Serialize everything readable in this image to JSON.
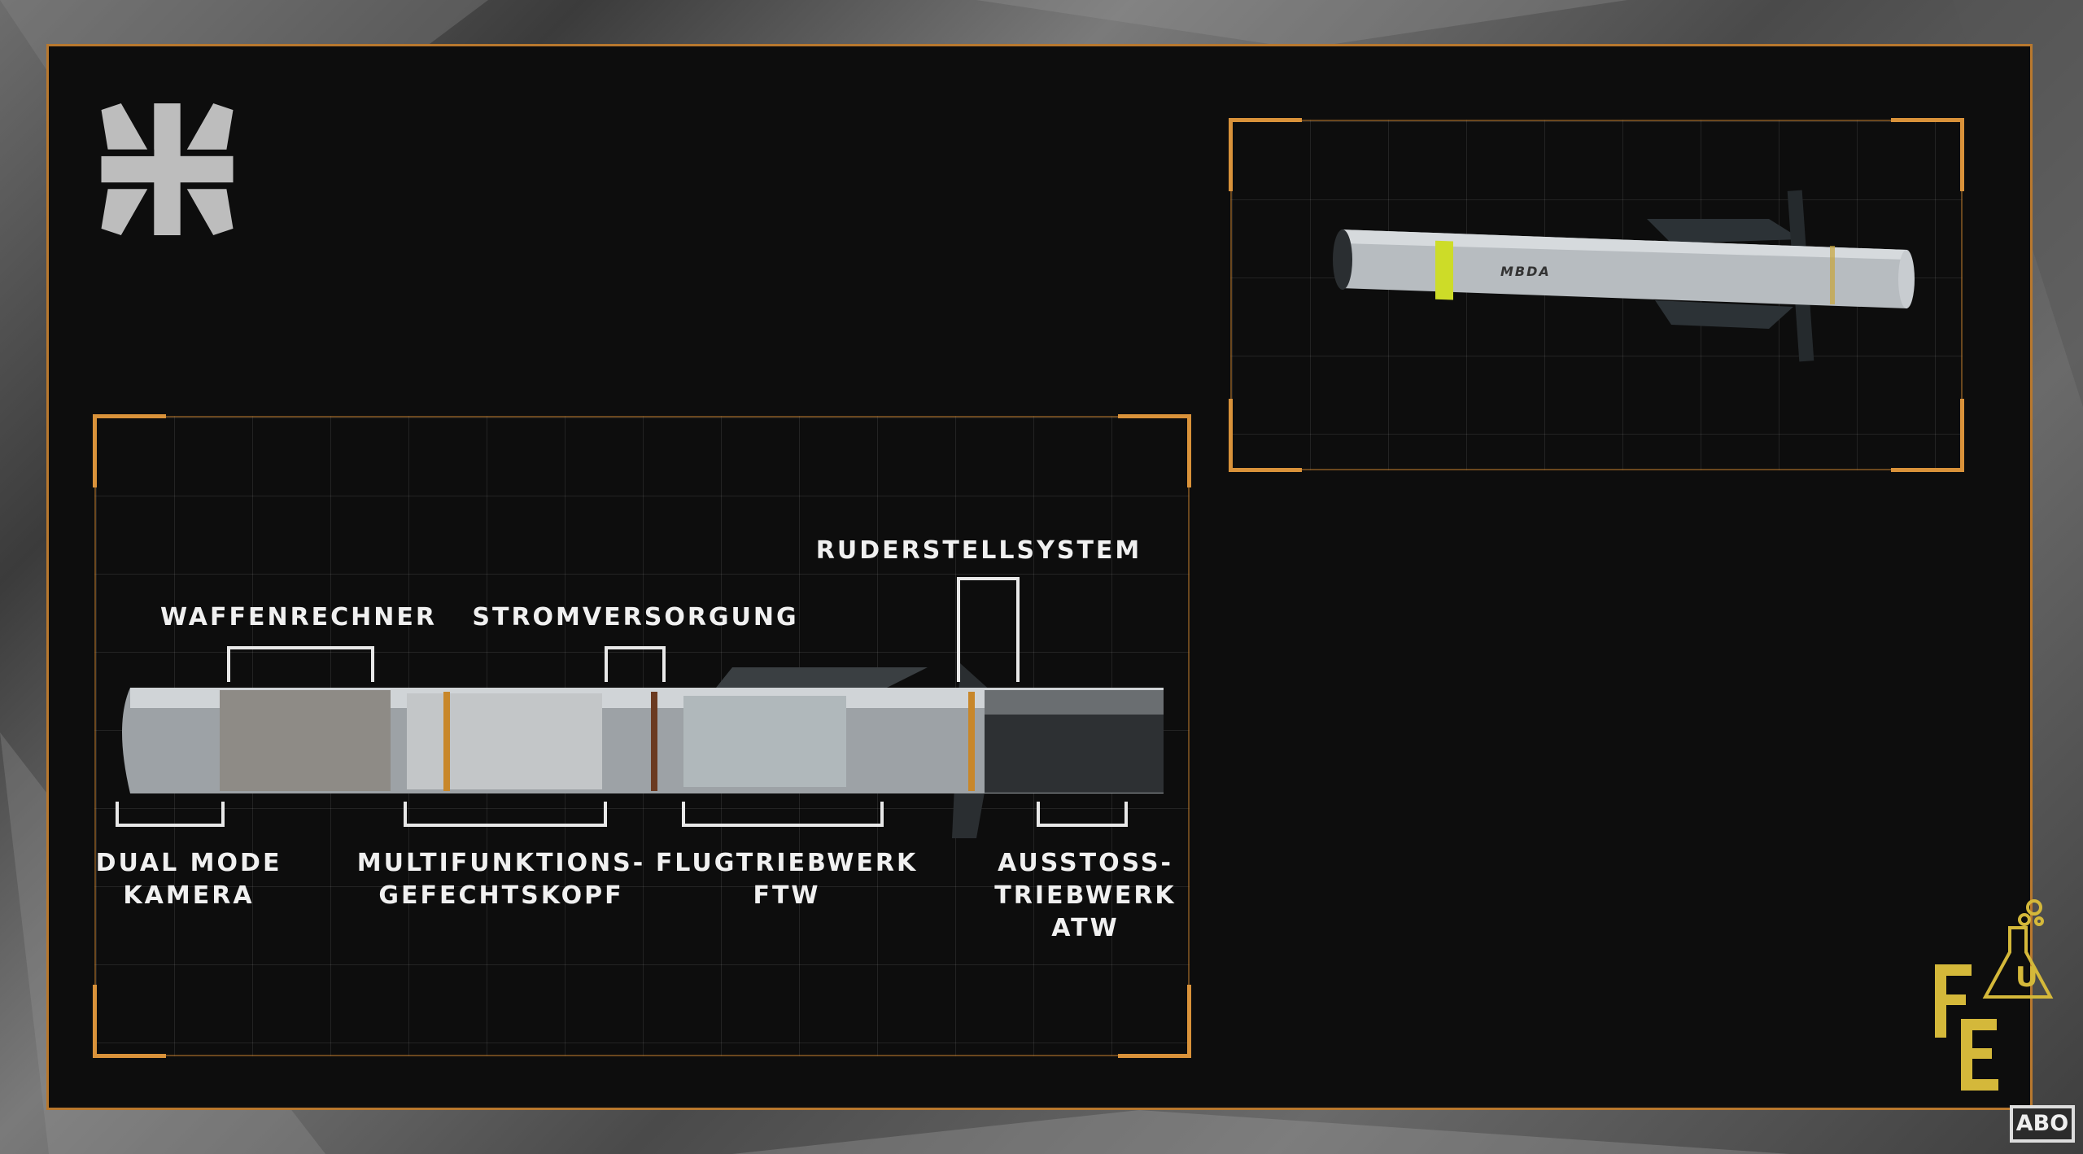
{
  "labels": {
    "waffenrechner": "WAFFENRECHNER",
    "stromversorgung": "STROMVERSORGUNG",
    "ruderstellsystem": "RUDERSTELLSYSTEM",
    "dual_mode": [
      "DUAL MODE",
      "KAMERA"
    ],
    "multifunktions": [
      "MULTIFUNKTIONS-",
      "GEFECHTSKOPF"
    ],
    "flugtriebwerk": [
      "FLUGTRIEBWERK",
      "FTW"
    ],
    "ausstoss": [
      "AUSSTOSS-",
      "TRIEBWERK",
      "ATW"
    ]
  },
  "missile_marking": "MBDA",
  "channel_logo": {
    "letters": "FE",
    "flask_letter": "U"
  },
  "subscribe_button": "ABO",
  "colors": {
    "frame": "#b8782e",
    "accent": "#d9923a",
    "logo": "#d4b83a"
  }
}
